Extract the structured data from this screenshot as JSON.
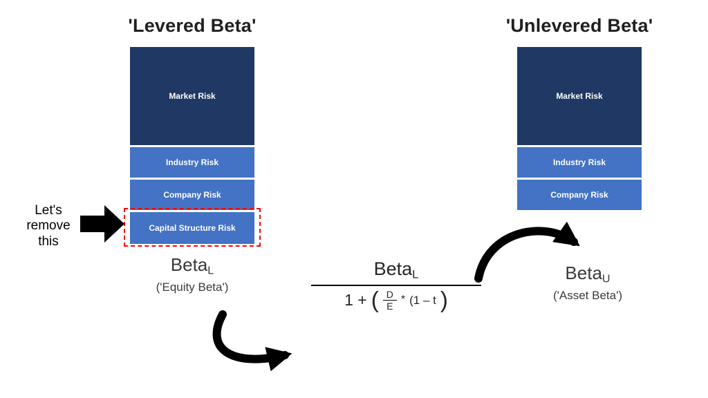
{
  "titles": {
    "levered": "'Levered Beta'",
    "unlevered": "'Unlevered Beta'"
  },
  "annotation": {
    "text": "Let's remove this"
  },
  "left_bar": {
    "segments": [
      {
        "label": "Market Risk",
        "color": "#1f3864"
      },
      {
        "label": "Industry Risk",
        "color": "#4472c4"
      },
      {
        "label": "Company Risk",
        "color": "#4472c4"
      },
      {
        "label": "Capital Structure Risk",
        "color": "#4472c4",
        "highlighted": true
      }
    ]
  },
  "right_bar": {
    "segments": [
      {
        "label": "Market Risk",
        "color": "#1f3864"
      },
      {
        "label": "Industry Risk",
        "color": "#4472c4"
      },
      {
        "label": "Company Risk",
        "color": "#4472c4"
      }
    ]
  },
  "left_beta": {
    "base": "Beta",
    "sub": "L",
    "caption": "('Equity Beta')"
  },
  "right_beta": {
    "base": "Beta",
    "sub": "U",
    "caption": "('Asset Beta')"
  },
  "formula": {
    "numerator_base": "Beta",
    "numerator_sub": "L",
    "prefix": "1 +",
    "open_paren": "(",
    "frac_numerator": "D",
    "frac_denominator": "E",
    "operator": "*",
    "term": "(1 – t",
    "close_paren": ")"
  },
  "colors": {
    "market_risk_navy": "#1f3864",
    "risk_blue": "#4472c4",
    "highlight_red": "#ff0000",
    "arrow_black": "#000000"
  }
}
